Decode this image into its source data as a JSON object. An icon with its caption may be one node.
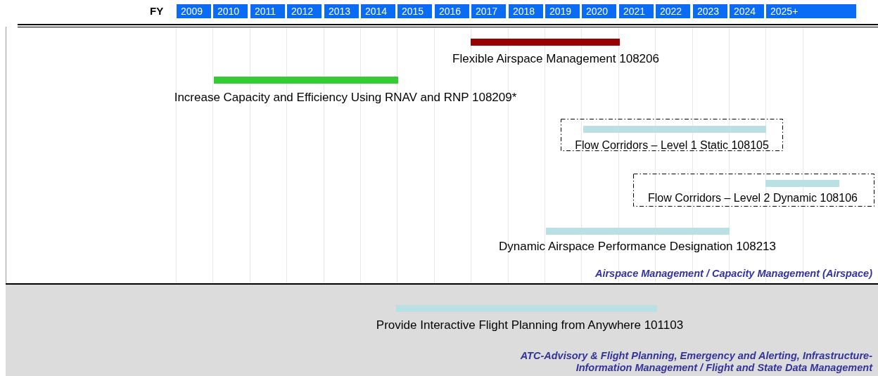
{
  "diagram": {
    "nodes": [
      {
        "text": [
          "Airspace Management / Capacity Management (Airspace)"
        ]
      },
      {
        "text": [
          "Flexible Airspace Management 108206"
        ],
        "in": 0
      },
      {
        "text": [
          "Increase Capacity and Efficiency Using RNAV and RNP 108209*"
        ],
        "in": 0
      },
      {
        "text": [
          "Flow Corridors – Level 1 Static 108105"
        ],
        "in": 0
      },
      {
        "text": [
          "Flow Corridors – Level 2 Dynamic 108106"
        ],
        "in": 0
      },
      {
        "text": [
          "Dynamic Airspace Performance Designation 108213"
        ],
        "in": 0
      },
      {
        "text": [
          "ATC-Advisory & Flight Planning, Emergency and Alerting, Infrastructure- Information Management / Flight and State Data Management"
        ]
      },
      {
        "text": [
          "Provide Interactive Flight Planning from Anywhere 101103"
        ],
        "in": 6
      }
    ],
    "labels": [
      "FY",
      "2009",
      "2010",
      "2011",
      "2012",
      "2013",
      "2014",
      "2015",
      "2016",
      "2017",
      "2018",
      "2019",
      "2020",
      "2021",
      "2022",
      "2023",
      "2024",
      "2025+"
    ]
  }
}
